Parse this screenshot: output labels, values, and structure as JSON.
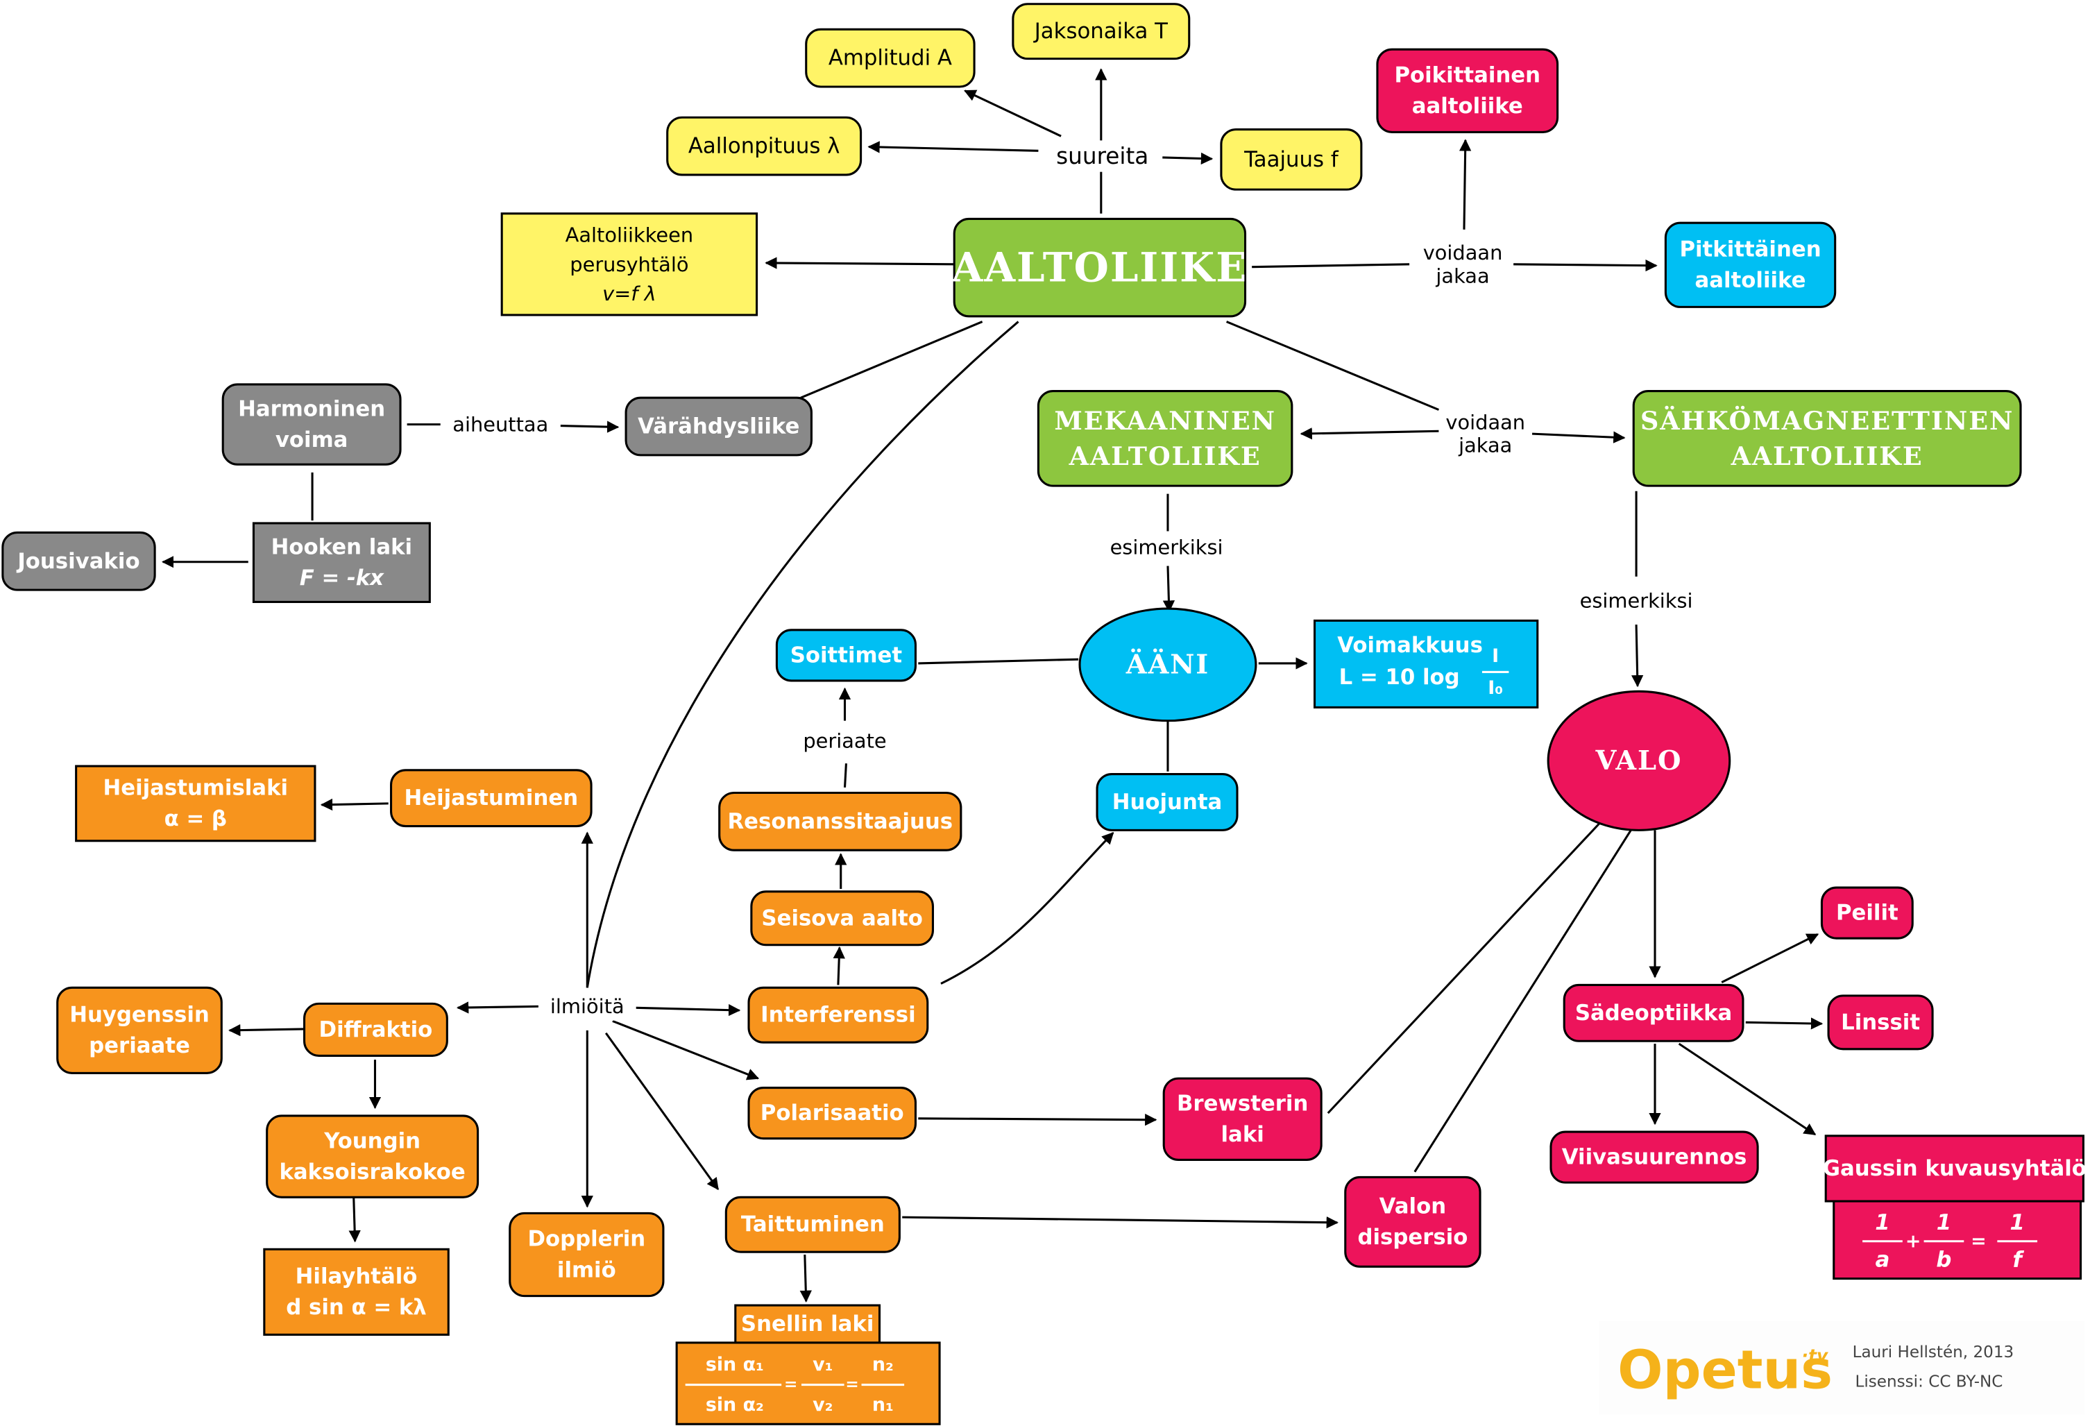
{
  "colors": {
    "green": "#8dc63f",
    "yellow": "#fff467",
    "pink": "#ed145b",
    "blue": "#00bff3",
    "orange": "#f7941d",
    "gray": "#898989",
    "logo": "#f5b21a"
  },
  "nodes": {
    "aaltoliike": {
      "text": [
        "Aaltoliike"
      ],
      "color": "green",
      "style": "title"
    },
    "jaksonaika": {
      "text": [
        "Jaksonaika T"
      ],
      "color": "yellow"
    },
    "amplitudi": {
      "text": [
        "Amplitudi A"
      ],
      "color": "yellow"
    },
    "aallonpituus": {
      "text": [
        "Aallonpituus λ"
      ],
      "color": "yellow"
    },
    "taajuus": {
      "text": [
        "Taajuus f"
      ],
      "color": "yellow"
    },
    "perusyhtalo": {
      "text": [
        "Aaltoliikkeen",
        "perusyhtälö",
        "v=f λ"
      ],
      "color": "yellow"
    },
    "poikittainen": {
      "text": [
        "Poikittainen",
        "aaltoliike"
      ],
      "color": "pink"
    },
    "pitkittainen": {
      "text": [
        "Pitkittäinen",
        "aaltoliike"
      ],
      "color": "blue"
    },
    "harmoninen": {
      "text": [
        "Harmoninen",
        "voima"
      ],
      "color": "gray"
    },
    "varahdysliike": {
      "text": [
        "Värähdysliike"
      ],
      "color": "gray"
    },
    "hooken": {
      "text": [
        "Hooken laki",
        "F = -kx"
      ],
      "color": "gray"
    },
    "jousivakio": {
      "text": [
        "Jousivakio"
      ],
      "color": "gray"
    },
    "mekaaninen": {
      "text": [
        "Mekaaninen",
        "aaltoliike"
      ],
      "color": "green",
      "style": "title"
    },
    "sahkomagneettinen": {
      "text": [
        "Sähkömagneettinen",
        "aaltoliike"
      ],
      "color": "green",
      "style": "title"
    },
    "aani": {
      "text": [
        "Ääni"
      ],
      "color": "blue",
      "style": "title"
    },
    "voimakkuus": {
      "text": [
        "Voimakkuus",
        "L = 10 log",
        "I",
        "I₀"
      ],
      "color": "blue"
    },
    "soittimet": {
      "text": [
        "Soittimet"
      ],
      "color": "blue"
    },
    "huojunta": {
      "text": [
        "Huojunta"
      ],
      "color": "blue"
    },
    "valo": {
      "text": [
        "Valo"
      ],
      "color": "pink",
      "style": "title"
    },
    "resonanssi": {
      "text": [
        "Resonanssitaajuus"
      ],
      "color": "orange"
    },
    "seisova": {
      "text": [
        "Seisova aalto"
      ],
      "color": "orange"
    },
    "interferenssi": {
      "text": [
        "Interferenssi"
      ],
      "color": "orange"
    },
    "polarisaatio": {
      "text": [
        "Polarisaatio"
      ],
      "color": "orange"
    },
    "taittuminen": {
      "text": [
        "Taittuminen"
      ],
      "color": "orange"
    },
    "snellin": {
      "text": [
        "Snellin laki"
      ],
      "color": "orange"
    },
    "snellin_formula": {
      "text": [
        "sin α₁",
        "sin α₂",
        "v₁",
        "v₂",
        "n₂",
        "n₁"
      ],
      "color": "orange"
    },
    "heijastuminen": {
      "text": [
        "Heijastuminen"
      ],
      "color": "orange"
    },
    "heijastumislaki": {
      "text": [
        "Heijastumislaki",
        "α = β"
      ],
      "color": "orange"
    },
    "diffraktio": {
      "text": [
        "Diffraktio"
      ],
      "color": "orange"
    },
    "huygens": {
      "text": [
        "Huygenssin",
        "periaate"
      ],
      "color": "orange"
    },
    "youngin": {
      "text": [
        "Youngin",
        "kaksoisrakokoe"
      ],
      "color": "orange"
    },
    "hilayhtalo": {
      "text": [
        "Hilayhtälö",
        "d sin α = kλ"
      ],
      "color": "orange"
    },
    "doppler": {
      "text": [
        "Dopplerin",
        "ilmiö"
      ],
      "color": "orange"
    },
    "brewster": {
      "text": [
        "Brewsterin",
        "laki"
      ],
      "color": "pink"
    },
    "dispersio": {
      "text": [
        "Valon",
        "dispersio"
      ],
      "color": "pink"
    },
    "sadeoptiikka": {
      "text": [
        "Sädeoptiikka"
      ],
      "color": "pink"
    },
    "peilit": {
      "text": [
        "Peilit"
      ],
      "color": "pink"
    },
    "linssit": {
      "text": [
        "Linssit"
      ],
      "color": "pink"
    },
    "viivasuurennos": {
      "text": [
        "Viivasuurennos"
      ],
      "color": "pink"
    },
    "gaussin": {
      "text": [
        "Gaussin kuvausyhtälö"
      ],
      "color": "pink"
    },
    "gaussin_formula": {
      "text": [
        "1",
        "a",
        "+",
        "1",
        "b",
        "=",
        "1",
        "f"
      ],
      "color": "pink"
    }
  },
  "link_labels": {
    "suureita": "suureita",
    "voidaan_jakaa_1": "voidaan jakaa",
    "voidaan_jakaa_2": "voidaan jakaa",
    "aiheuttaa": "aiheuttaa",
    "esimerkiksi_1": "esimerkiksi",
    "esimerkiksi_2": "esimerkiksi",
    "periaate": "periaate",
    "ilmioita": "ilmiöitä"
  },
  "credit": {
    "logo": "Opetus",
    "logo_suffix": "·tv",
    "author": "Lauri Hellstén, 2013",
    "license": "Lisenssi: CC BY-NC"
  }
}
